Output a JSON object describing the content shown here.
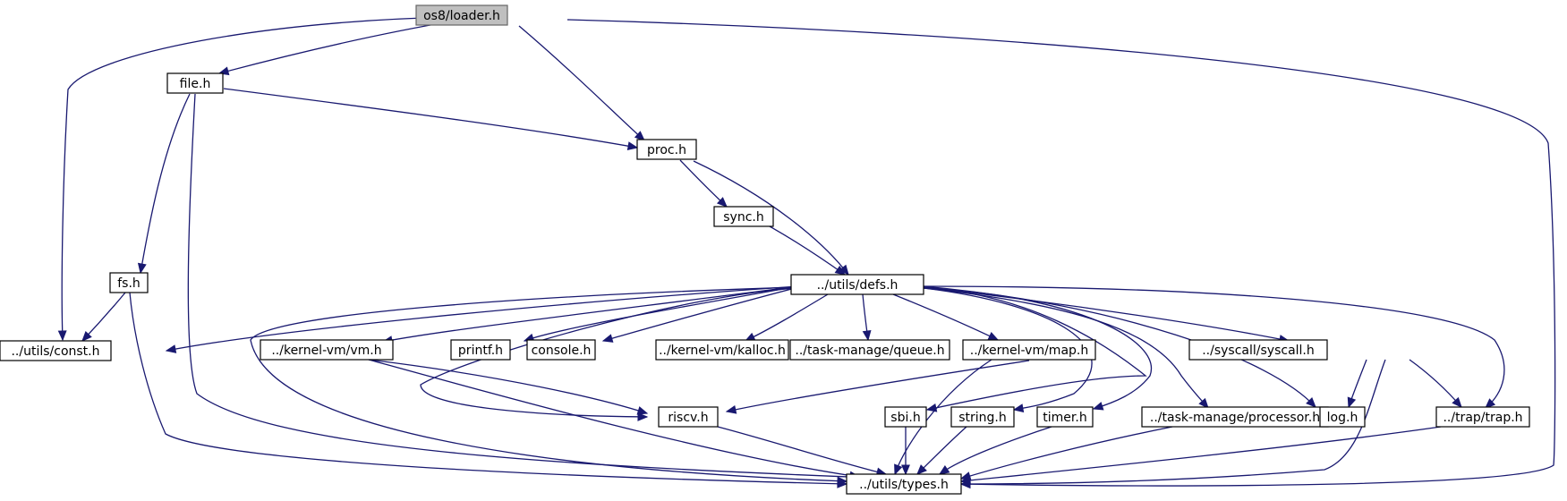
{
  "graph": {
    "nodes": [
      {
        "id": "loader",
        "label": "os8/loader.h",
        "root": true
      },
      {
        "id": "file",
        "label": "file.h"
      },
      {
        "id": "proc",
        "label": "proc.h"
      },
      {
        "id": "sync",
        "label": "sync.h"
      },
      {
        "id": "fs",
        "label": "fs.h"
      },
      {
        "id": "defs",
        "label": "../utils/defs.h"
      },
      {
        "id": "const",
        "label": "../utils/const.h"
      },
      {
        "id": "vm",
        "label": "../kernel-vm/vm.h"
      },
      {
        "id": "printf",
        "label": "printf.h"
      },
      {
        "id": "console",
        "label": "console.h"
      },
      {
        "id": "kalloc",
        "label": "../kernel-vm/kalloc.h"
      },
      {
        "id": "queue",
        "label": "../task-manage/queue.h"
      },
      {
        "id": "map",
        "label": "../kernel-vm/map.h"
      },
      {
        "id": "syscall",
        "label": "../syscall/syscall.h"
      },
      {
        "id": "riscv",
        "label": "riscv.h"
      },
      {
        "id": "sbi",
        "label": "sbi.h"
      },
      {
        "id": "string",
        "label": "string.h"
      },
      {
        "id": "timer",
        "label": "timer.h"
      },
      {
        "id": "processor",
        "label": "../task-manage/processor.h"
      },
      {
        "id": "log",
        "label": "log.h"
      },
      {
        "id": "trap",
        "label": "../trap/trap.h"
      },
      {
        "id": "types",
        "label": "../utils/types.h"
      }
    ],
    "edges": [
      {
        "from": "loader",
        "to": "file"
      },
      {
        "from": "loader",
        "to": "const"
      },
      {
        "from": "loader",
        "to": "proc"
      },
      {
        "from": "loader",
        "to": "types"
      },
      {
        "from": "file",
        "to": "proc"
      },
      {
        "from": "file",
        "to": "fs"
      },
      {
        "from": "file",
        "to": "types"
      },
      {
        "from": "proc",
        "to": "sync"
      },
      {
        "from": "proc",
        "to": "defs"
      },
      {
        "from": "sync",
        "to": "defs"
      },
      {
        "from": "fs",
        "to": "const"
      },
      {
        "from": "fs",
        "to": "types"
      },
      {
        "from": "defs",
        "to": "const"
      },
      {
        "from": "defs",
        "to": "vm"
      },
      {
        "from": "defs",
        "to": "printf"
      },
      {
        "from": "defs",
        "to": "console"
      },
      {
        "from": "defs",
        "to": "kalloc"
      },
      {
        "from": "defs",
        "to": "queue"
      },
      {
        "from": "defs",
        "to": "map"
      },
      {
        "from": "defs",
        "to": "syscall"
      },
      {
        "from": "defs",
        "to": "riscv"
      },
      {
        "from": "defs",
        "to": "sbi"
      },
      {
        "from": "defs",
        "to": "string"
      },
      {
        "from": "defs",
        "to": "timer"
      },
      {
        "from": "defs",
        "to": "processor"
      },
      {
        "from": "defs",
        "to": "log"
      },
      {
        "from": "defs",
        "to": "trap"
      },
      {
        "from": "defs",
        "to": "types"
      },
      {
        "from": "vm",
        "to": "riscv"
      },
      {
        "from": "vm",
        "to": "types"
      },
      {
        "from": "map",
        "to": "riscv"
      },
      {
        "from": "map",
        "to": "types"
      },
      {
        "from": "syscall",
        "to": "log"
      },
      {
        "from": "syscall",
        "to": "trap"
      },
      {
        "from": "syscall",
        "to": "types"
      },
      {
        "from": "riscv",
        "to": "types"
      },
      {
        "from": "sbi",
        "to": "types"
      },
      {
        "from": "string",
        "to": "types"
      },
      {
        "from": "timer",
        "to": "types"
      },
      {
        "from": "processor",
        "to": "types"
      },
      {
        "from": "trap",
        "to": "types"
      }
    ]
  },
  "colors": {
    "edge": "#191970",
    "root_fill": "#bfbfbf",
    "node_fill": "#ffffff"
  }
}
